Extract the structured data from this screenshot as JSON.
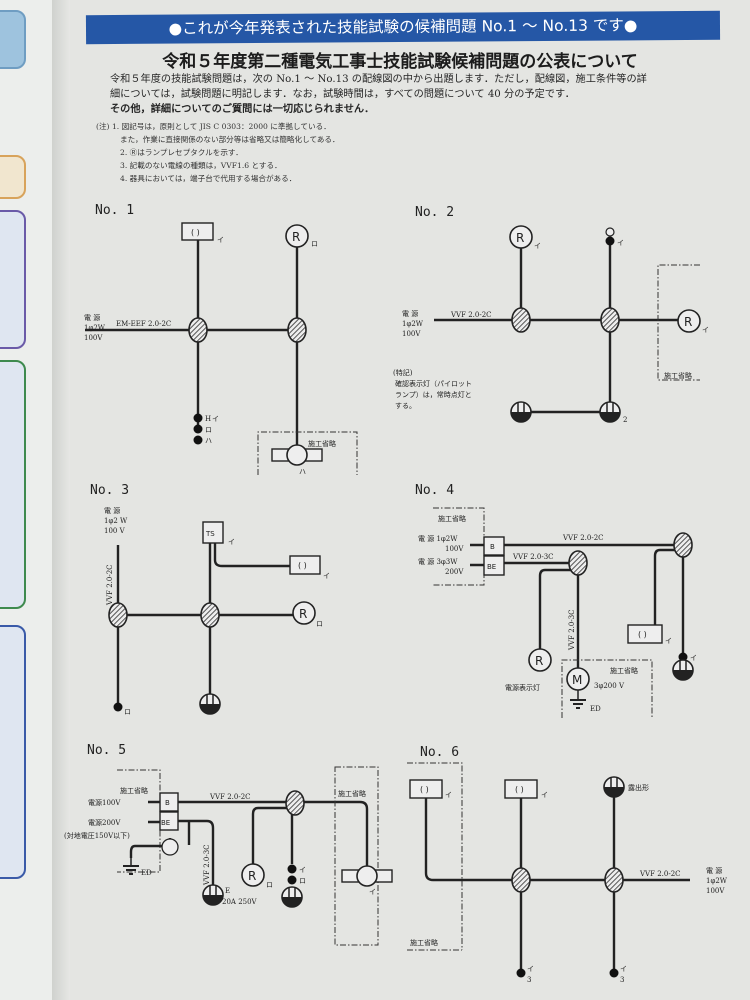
{
  "banner": "●これが今年発表された技能試験の候補問題 No.1 ～ No.13 です●",
  "title": "令和５年度第二種電気工事士技能試験候補問題の公表について",
  "intro": [
    "令和５年度の技能試験問題は，次の No.1 ～ No.13 の配線図の中から出題します．ただし，配線図，施工条件等の詳",
    "細については，試験問題に明記します．なお，試験時間は，すべての問題について 40 分の予定です．",
    "その他，詳細についてのご質問には一切応じられません．"
  ],
  "notes": {
    "label": "(注)",
    "items": [
      "1. 図記号は，原則として JIS C 0303：2000 に準拠している．",
      "また，作業に直接関係のない部分等は省略又は簡略化してある．",
      "2. Ⓡはランプレセプタクルを示す．",
      "3. 記載のない電線の種類は，VVF1.6 とする．",
      "4. 器具においては，端子台で代用する場合がある．"
    ]
  },
  "common": {
    "power": "電 源",
    "p1": "1φ2W",
    "v100": "100V",
    "omitted": "施工省略",
    "i": "イ",
    "ro": "ロ",
    "ha": "ハ",
    "r": "R",
    "paren": "( )"
  },
  "no1": {
    "label": "No. 1",
    "cable": "EM-EEF 2.0-2C",
    "h": "H"
  },
  "no2": {
    "label": "No. 2",
    "cable": "VVF 2.0-2C",
    "note": [
      "(特記)",
      "確認表示灯（パイロット",
      "ランプ）は，常時点灯と",
      "する。"
    ],
    "two": "2"
  },
  "no3": {
    "label": "No. 3",
    "p1": "1φ2 W",
    "v": "100 V",
    "cable": "VVF 2.0-2C",
    "ts": "TS"
  },
  "no4": {
    "label": "No. 4",
    "p1": "電 源 1φ2W",
    "v1": "100V",
    "p3": "電 源 3φ3W",
    "v3": "200V",
    "b": "B",
    "be": "BE",
    "cable2": "VVF 2.0-2C",
    "cable3": "VVF 2.0-3C",
    "cable3v": "VVF 2.0-3C",
    "pilot": "電源表示灯",
    "m": "M",
    "motor": "3φ200 V",
    "ed": "ED"
  },
  "no5": {
    "label": "No. 5",
    "p100": "電源100V",
    "p200": "電源200V",
    "ground_v": "(対地電圧150V以下)",
    "b": "B",
    "be": "BE",
    "cable2": "VVF 2.0-2C",
    "cable3": "VVF 2.0-3C",
    "ed": "ED",
    "e": "E",
    "rating": "20A 250V"
  },
  "no6": {
    "label": "No. 6",
    "cable": "VVF 2.0-2C",
    "exposed": "露出形",
    "three": "3"
  }
}
